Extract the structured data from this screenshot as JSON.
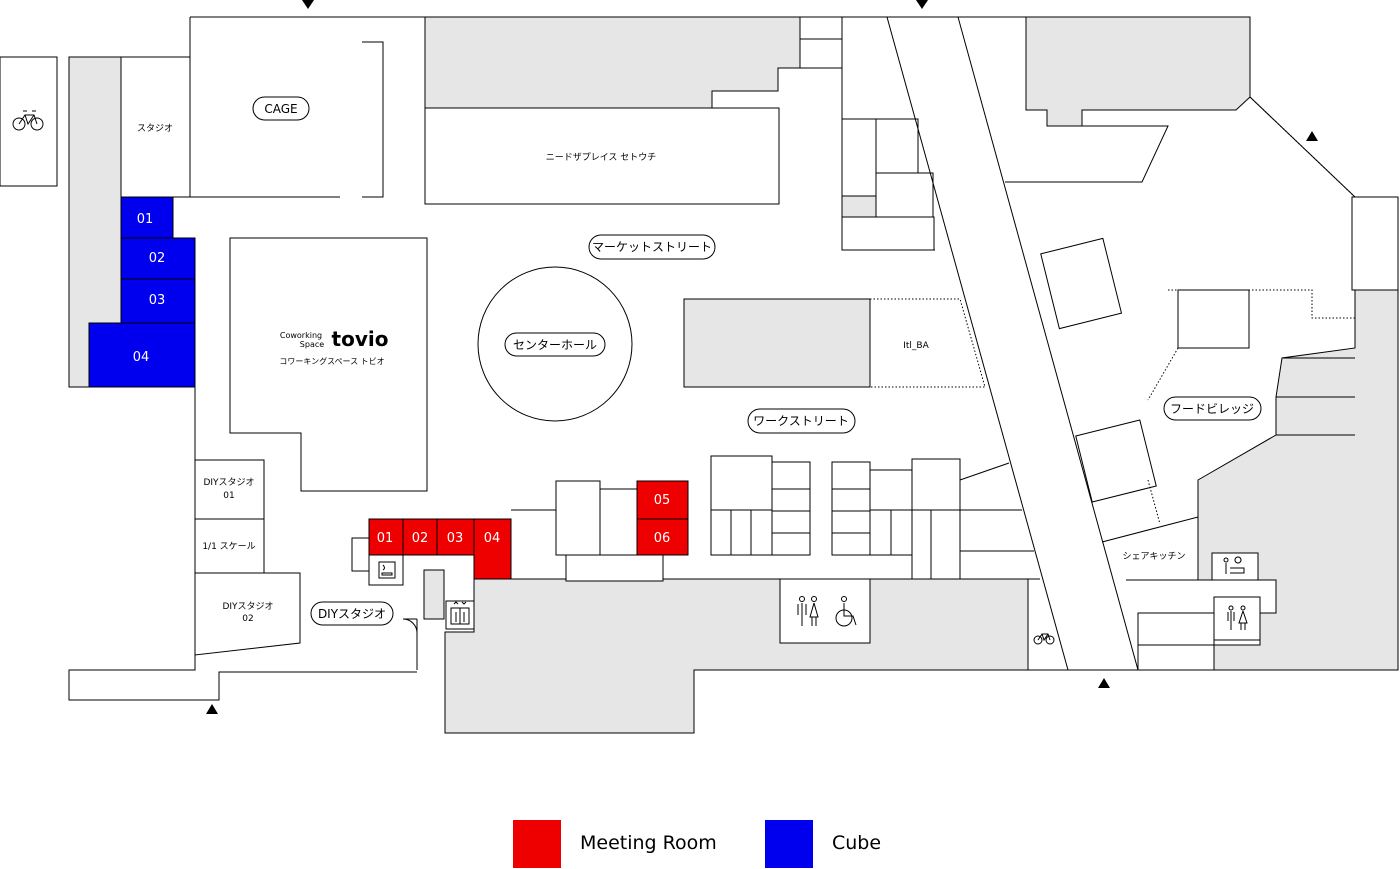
{
  "colors": {
    "meeting_room": "#ee0000",
    "cube": "#0000ee",
    "grey_area": "#e6e6e6"
  },
  "areas": {
    "cage": "CAGE",
    "studio": "スタジオ",
    "needs_place": "ニードザプレイス セトウチ",
    "market_street": "マーケットストリート",
    "center_hall": "センターホール",
    "itl_ba": "Itl_BA",
    "work_street": "ワークストリート",
    "food_village": "フードビレッジ",
    "share_kitchen": "シェアキッチン",
    "diy_studio": "DIYスタジオ",
    "diy_studio_01_a": "DIYスタジオ",
    "diy_studio_01_b": "01",
    "scale_room": "1/1 スケール",
    "diy_studio_02_a": "DIYスタジオ",
    "diy_studio_02_b": "02"
  },
  "tovio": {
    "small_1": "Coworking",
    "small_2": "Space",
    "logo": "tovio",
    "kana": "コワーキングスペース トビオ"
  },
  "cubes": [
    "01",
    "02",
    "03",
    "04"
  ],
  "meeting_rooms": [
    "01",
    "02",
    "03",
    "04",
    "05",
    "06"
  ],
  "icons": [
    "bicycle-icon",
    "restroom-icon",
    "wheelchair-icon",
    "elevator-icon",
    "smoking-area-icon",
    "baby-care-icon",
    "entrance-arrow-icon"
  ],
  "legend": {
    "meeting_room": "Meeting Room",
    "cube": "Cube"
  }
}
